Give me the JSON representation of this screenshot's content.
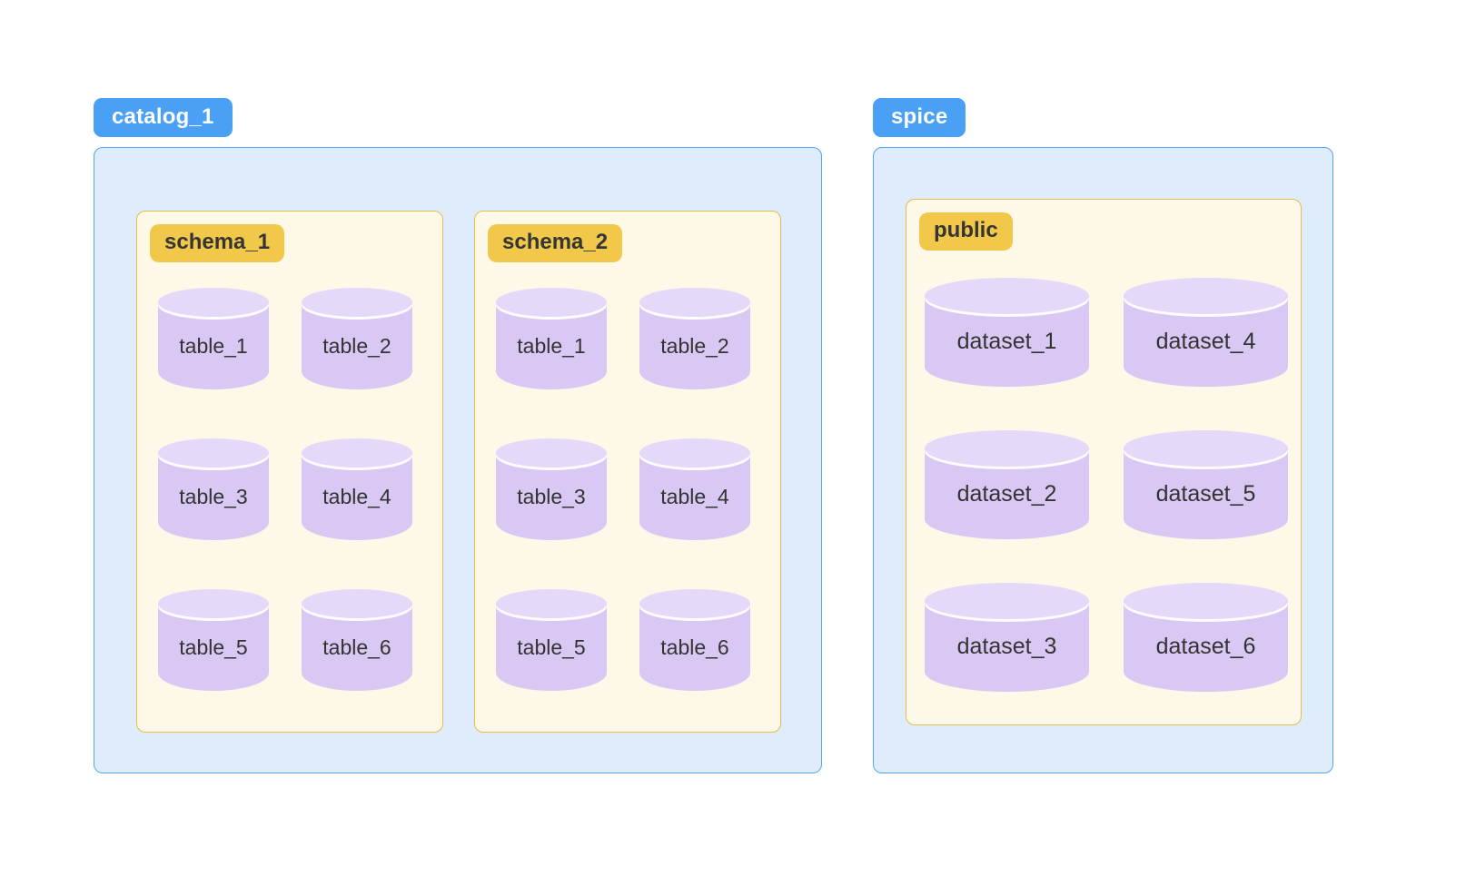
{
  "diagram": {
    "catalogs": [
      {
        "label": "catalog_1",
        "schemas": [
          {
            "label": "schema_1",
            "tables": [
              "table_1",
              "table_2",
              "table_3",
              "table_4",
              "table_5",
              "table_6"
            ]
          },
          {
            "label": "schema_2",
            "tables": [
              "table_1",
              "table_2",
              "table_3",
              "table_4",
              "table_5",
              "table_6"
            ]
          }
        ]
      },
      {
        "label": "spice",
        "schemas": [
          {
            "label": "public",
            "tables": [
              "dataset_1",
              "dataset_2",
              "dataset_3",
              "dataset_4",
              "dataset_5",
              "dataset_6"
            ]
          }
        ]
      }
    ],
    "colors": {
      "catalog_label_bg": "#4AA0F5",
      "catalog_label_text": "#FFFFFF",
      "catalog_box_bg": "#DEECFB",
      "catalog_box_border": "#55A4F0",
      "schema_label_bg": "#F2C84B",
      "schema_label_text": "#353535",
      "schema_box_bg": "#FDF8E7",
      "schema_box_border": "#E3BE4B",
      "cylinder_body": "#D9C8F3",
      "cylinder_top": "#E4D9F8",
      "table_text": "#333333"
    }
  }
}
